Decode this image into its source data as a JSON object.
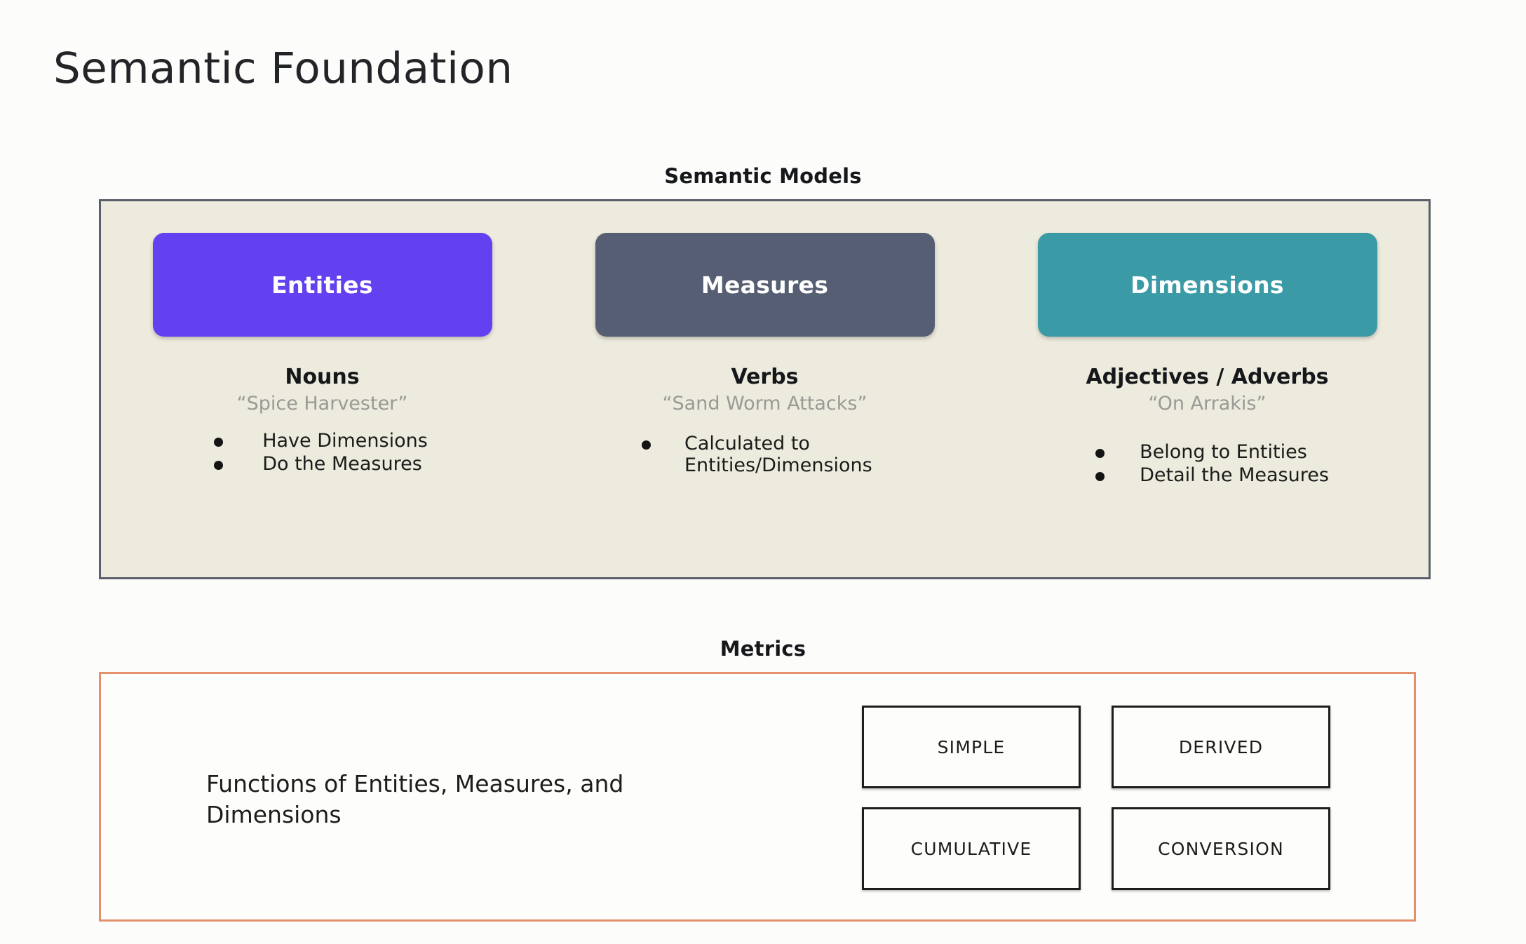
{
  "slide": {
    "title": "Semantic Foundation",
    "background_color": "#fcfdfa"
  },
  "semantic_models": {
    "caption": "Semantic Models",
    "panel_background": "#edebdd",
    "panel_border_color": "#5a5f6b",
    "columns": [
      {
        "chip_label": "Entities",
        "chip_color": "#6340f0",
        "part_of_speech": "Nouns",
        "example": "“Spice Harvester”",
        "bullets": [
          "Have Dimensions",
          "Do the Measures"
        ]
      },
      {
        "chip_label": "Measures",
        "chip_color": "#555e72",
        "part_of_speech": "Verbs",
        "example": "“Sand Worm Attacks”",
        "bullets": [
          "Calculated to Entities/Dimensions"
        ]
      },
      {
        "chip_label": "Dimensions",
        "chip_color": "#3a9aa5",
        "part_of_speech": "Adjectives / Adverbs",
        "example": "“On Arrakis”",
        "bullets": [
          "Belong to Entities",
          "Detail the Measures"
        ]
      }
    ]
  },
  "metrics": {
    "caption": "Metrics",
    "panel_border_color": "#e4906d",
    "description": "Functions of Entities, Measures, and Dimensions",
    "types": [
      "SIMPLE",
      "DERIVED",
      "CUMULATIVE",
      "CONVERSION"
    ]
  }
}
